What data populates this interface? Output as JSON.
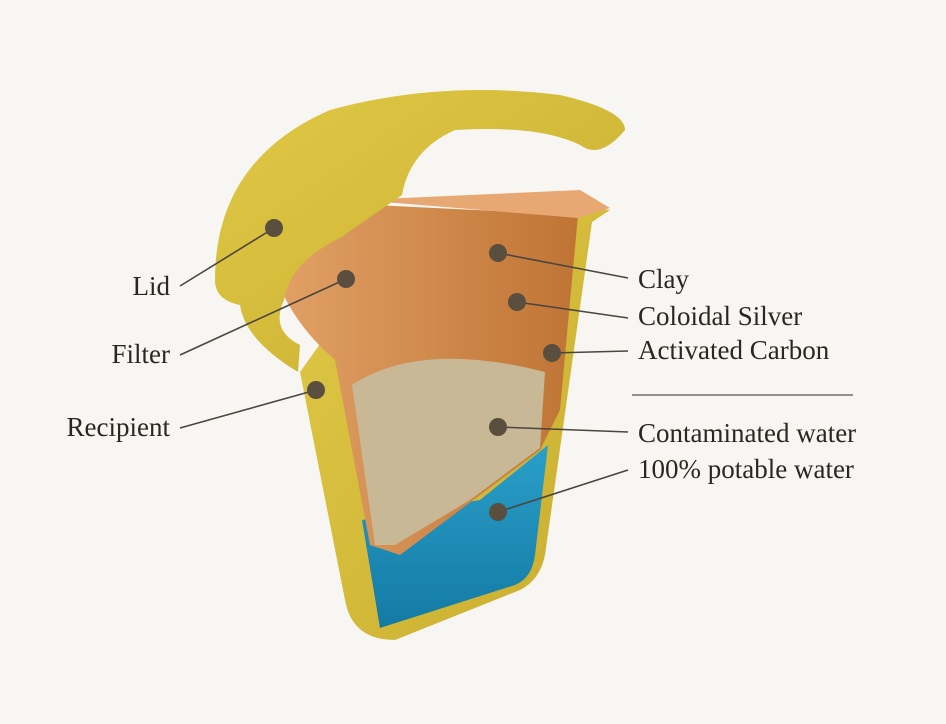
{
  "labels_left": [
    {
      "id": "lid",
      "text": "Lid"
    },
    {
      "id": "filter",
      "text": "Filter"
    },
    {
      "id": "recipient",
      "text": "Recipient"
    }
  ],
  "labels_right": [
    {
      "id": "clay",
      "text": "Clay"
    },
    {
      "id": "coloidal-silver",
      "text": "Coloidal Silver"
    },
    {
      "id": "activated-carbon",
      "text": "Activated Carbon"
    },
    {
      "id": "contaminated-water",
      "text": "Contaminated water"
    },
    {
      "id": "potable-water",
      "text": "100% potable water"
    }
  ],
  "colors": {
    "background": "#f8f6f2",
    "container": "#d9c13a",
    "clay": "#c8803f",
    "contaminated_water": "#c4b394",
    "potable_water": "#1f8cb5"
  }
}
